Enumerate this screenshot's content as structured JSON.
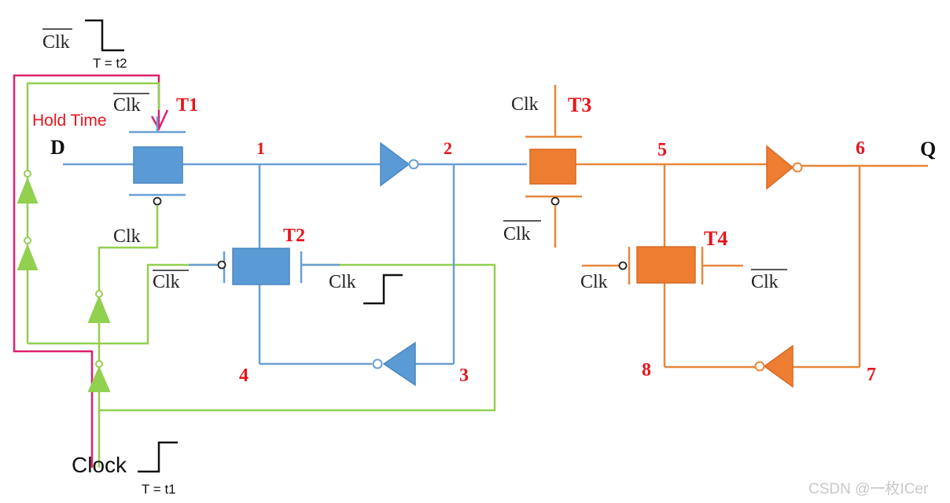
{
  "labels": {
    "clk_bar_top": "Clk",
    "t2": "T = t2",
    "t1_time": "T = t1",
    "hold_time": "Hold Time",
    "d": "D",
    "q": "Q",
    "clock": "Clock",
    "t1": "T1",
    "t2_gate": "T2",
    "t3": "T3",
    "t4": "T4",
    "clk_bar_t1": "Clk",
    "clk_t1": "Clk",
    "clk_bar_t2": "Clk",
    "clk_t2": "Clk",
    "clk_t3": "Clk",
    "clk_bar_t3": "Clk",
    "clk_t4": "Clk",
    "clk_bar_t4": "Clk",
    "n1": "1",
    "n2": "2",
    "n3": "3",
    "n4": "4",
    "n5": "5",
    "n6": "6",
    "n7": "7",
    "n8": "8",
    "watermark": "CSDN @一枚ICer"
  },
  "colors": {
    "master": "#5b9bd5",
    "slave": "#ed7d31",
    "clock_path": "#92d050",
    "hold_path": "#e0206c",
    "node_label": "#e8141c"
  }
}
